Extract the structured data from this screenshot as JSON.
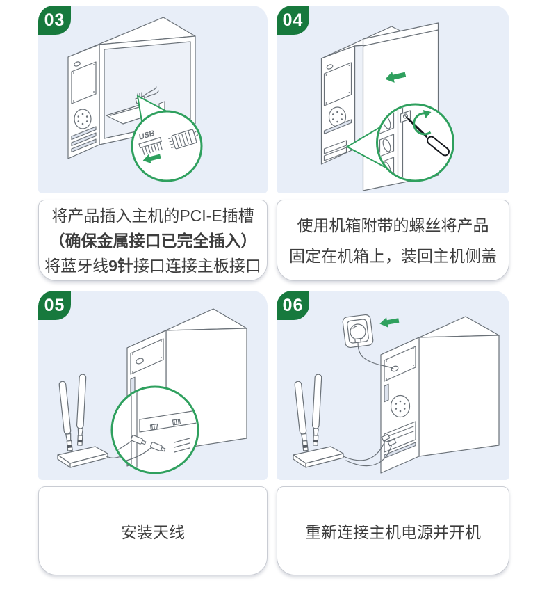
{
  "theme": {
    "page_bg": "#ffffff",
    "panel_bg": "#e8eef8",
    "badge_green": "#17793d",
    "accent_green": "#2fa05e",
    "caption_border": "#c9ccd3",
    "text_color": "#3d3d3d"
  },
  "steps": [
    {
      "number": "03",
      "caption": {
        "line1": "将产品插入主机的PCI-E插槽",
        "line2": "（确保金属接口已完全插入）",
        "line3_pre": "将蓝牙线",
        "line3_bold": "9针",
        "line3_post": "接口连接主板接口"
      },
      "illustration": {
        "usb_label": "USB"
      }
    },
    {
      "number": "04",
      "caption": {
        "line1": "使用机箱附带的螺丝将产品",
        "line2": "固定在机箱上，装回主机侧盖"
      }
    },
    {
      "number": "05",
      "caption": {
        "line1": "安装天线"
      }
    },
    {
      "number": "06",
      "caption": {
        "line1": "重新连接主机电源并开机"
      }
    }
  ]
}
